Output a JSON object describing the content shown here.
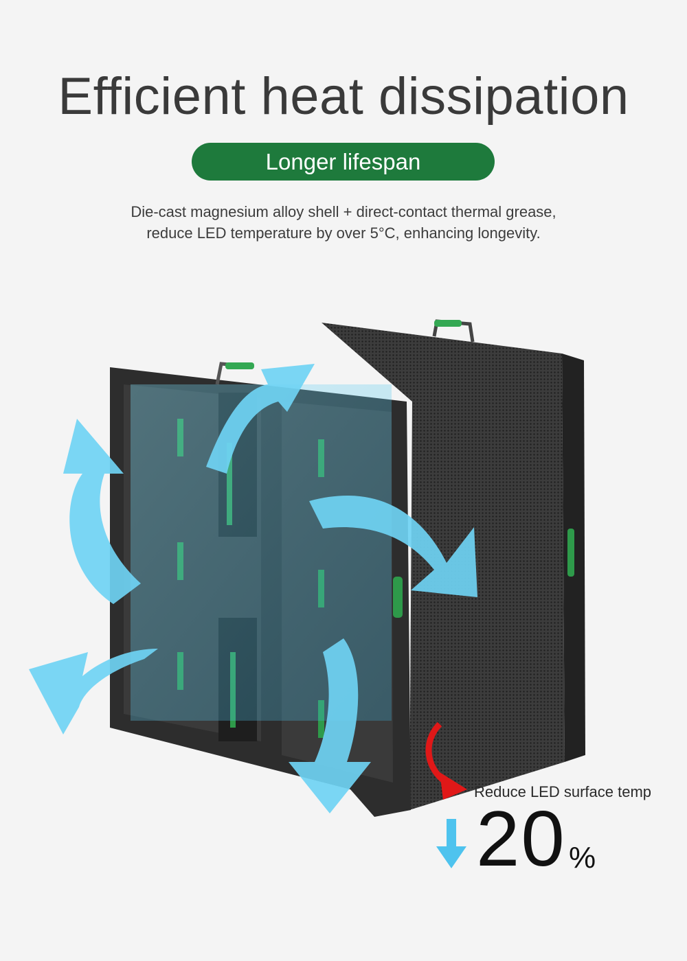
{
  "header": {
    "title": "Efficient heat dissipation",
    "badge": "Longer lifespan",
    "description_line1": "Die-cast magnesium alloy shell + direct-contact thermal grease,",
    "description_line2": "reduce LED temperature by over 5°C, enhancing longevity."
  },
  "stat": {
    "label": "Reduce LED surface temp",
    "value": "20",
    "unit": "%"
  },
  "colors": {
    "accent_green": "#1e7a3c",
    "airflow_blue": "#5fd0f2",
    "red_arrow": "#e01818"
  },
  "icons": {
    "temperature_arrow": "arrow-down-icon",
    "curved_arrow": "red-curved-arrow-icon"
  }
}
